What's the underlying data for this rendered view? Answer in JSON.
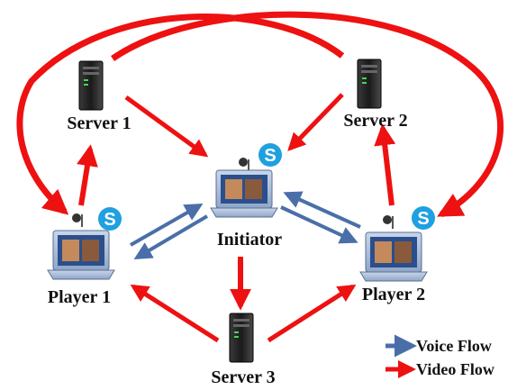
{
  "nodes": {
    "server1": {
      "label": "Server 1"
    },
    "server2": {
      "label": "Server 2"
    },
    "server3": {
      "label": "Server 3"
    },
    "initiator": {
      "label": "Initiator"
    },
    "player1": {
      "label": "Player 1"
    },
    "player2": {
      "label": "Player 2"
    }
  },
  "legend": {
    "voice": {
      "label": "Voice Flow",
      "color": "#4a6fa8"
    },
    "video": {
      "label": "Video Flow",
      "color": "#ee1111"
    }
  },
  "skype": {
    "letter": "S",
    "color": "#1fa0e0"
  },
  "colors": {
    "video": "#ee1111",
    "voice": "#4a6fa8",
    "laptop_body": "#9fb6d6",
    "laptop_screen": "#2b4f8c",
    "server": "#1a1a1a"
  }
}
